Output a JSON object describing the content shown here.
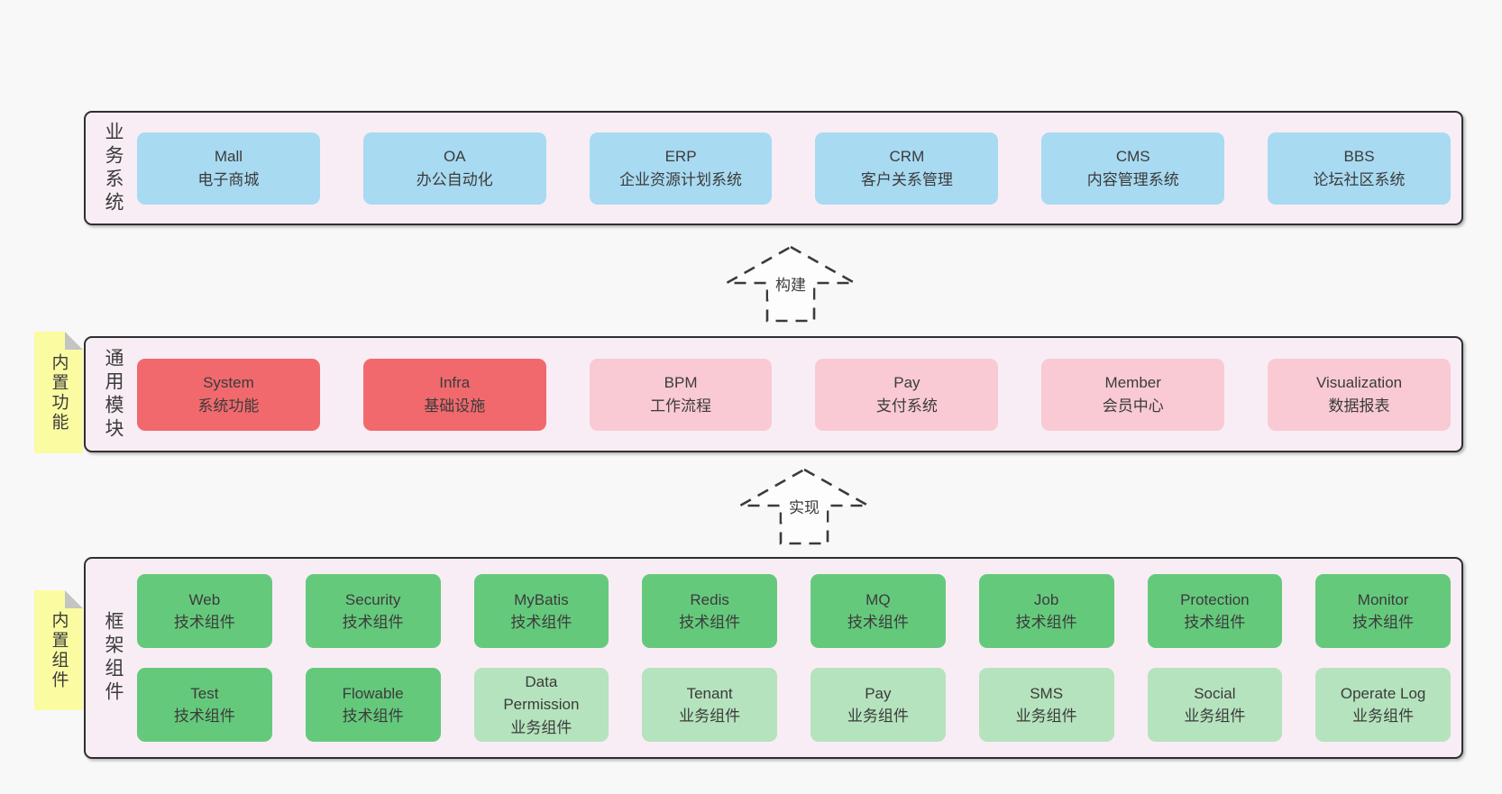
{
  "palette": {
    "page_background": "#f8f8f8",
    "layer_fill": "#f8edf5",
    "layer_border": "#2f2f2f",
    "system_blue": "#a8daf1",
    "core_red": "#f1696d",
    "module_pink": "#f9cad3",
    "tech_green": "#65c97c",
    "biz_light_green": "#b5e3bd",
    "note_yellow": "#fbfba2",
    "note_fold_gray": "#c4c4c4",
    "text": "#3b3b3b"
  },
  "arrows": [
    {
      "label": "构建"
    },
    {
      "label": "实现"
    }
  ],
  "layers": [
    {
      "label": "业务系统",
      "rows": [
        [
          {
            "name": "Mall",
            "desc": "电子商城"
          },
          {
            "name": "OA",
            "desc": "办公自动化"
          },
          {
            "name": "ERP",
            "desc": "企业资源计划系统"
          },
          {
            "name": "CRM",
            "desc": "客户关系管理"
          },
          {
            "name": "CMS",
            "desc": "内容管理系统"
          },
          {
            "name": "BBS",
            "desc": "论坛社区系统"
          }
        ]
      ]
    },
    {
      "label": "通用模块",
      "note": "内置功能",
      "rows": [
        [
          {
            "name": "System",
            "desc": "系统功能"
          },
          {
            "name": "Infra",
            "desc": "基础设施"
          },
          {
            "name": "BPM",
            "desc": "工作流程"
          },
          {
            "name": "Pay",
            "desc": "支付系统"
          },
          {
            "name": "Member",
            "desc": "会员中心"
          },
          {
            "name": "Visualization",
            "desc": "数据报表"
          }
        ]
      ]
    },
    {
      "label": "框架组件",
      "note": "内置组件",
      "rows": [
        [
          {
            "name": "Web",
            "desc": "技术组件"
          },
          {
            "name": "Security",
            "desc": "技术组件"
          },
          {
            "name": "MyBatis",
            "desc": "技术组件"
          },
          {
            "name": "Redis",
            "desc": "技术组件"
          },
          {
            "name": "MQ",
            "desc": "技术组件"
          },
          {
            "name": "Job",
            "desc": "技术组件"
          },
          {
            "name": "Protection",
            "desc": "技术组件"
          },
          {
            "name": "Monitor",
            "desc": "技术组件"
          }
        ],
        [
          {
            "name": "Test",
            "desc": "技术组件"
          },
          {
            "name": "Flowable",
            "desc": "技术组件"
          },
          {
            "name": "Data Permission",
            "desc": "业务组件"
          },
          {
            "name": "Tenant",
            "desc": "业务组件"
          },
          {
            "name": "Pay",
            "desc": "业务组件"
          },
          {
            "name": "SMS",
            "desc": "业务组件"
          },
          {
            "name": "Social",
            "desc": "业务组件"
          },
          {
            "name": "Operate Log",
            "desc": "业务组件"
          }
        ]
      ]
    }
  ]
}
